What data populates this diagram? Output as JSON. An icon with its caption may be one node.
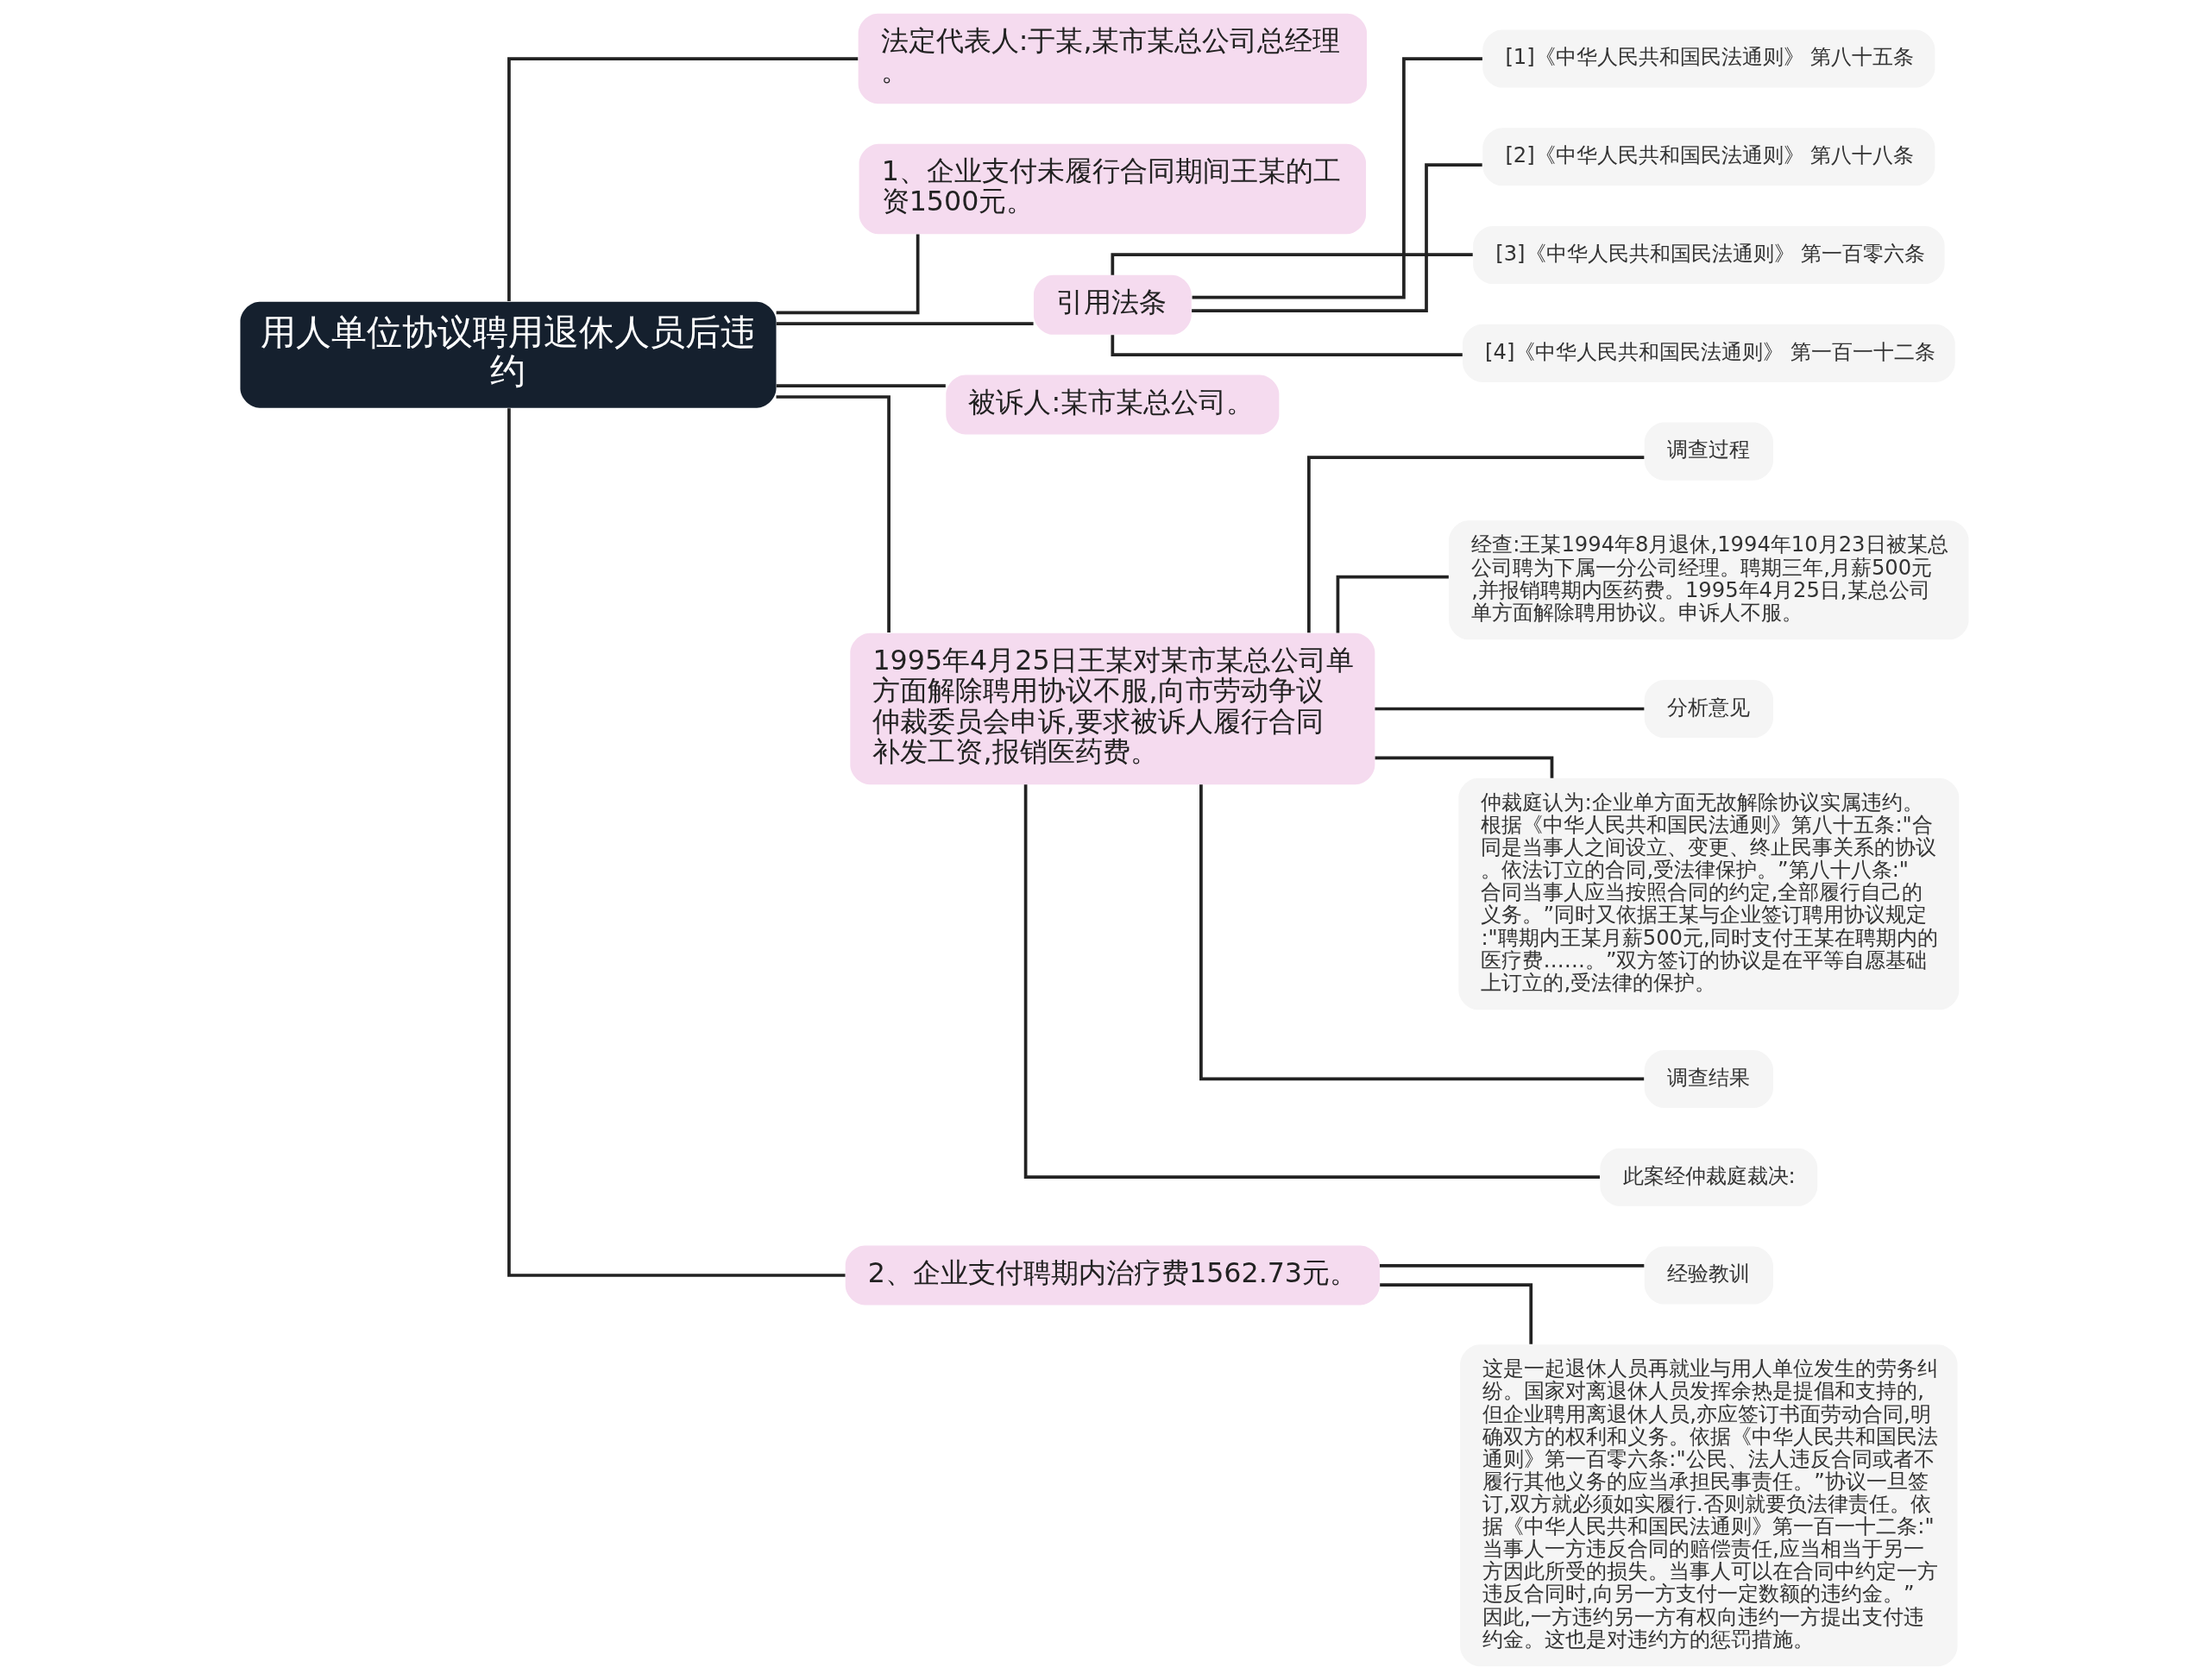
{
  "diagram": {
    "nodes": [
      {
        "text": [
          "用人单位协议聘用退休人员后违约"
        ]
      },
      {
        "text": [
          "法定代表人:于某,某市某总公司总经理。"
        ]
      },
      {
        "text": [
          "1、企业支付未履行合同期间王某的工资1500元。"
        ]
      },
      {
        "text": [
          "引用法条"
        ]
      },
      {
        "text": [
          "[1]《中华人民共和国民法通则》 第八十五条"
        ]
      },
      {
        "text": [
          "[2]《中华人民共和国民法通则》 第八十八条"
        ]
      },
      {
        "text": [
          "[3]《中华人民共和国民法通则》 第一百零六条"
        ]
      },
      {
        "text": [
          "[4]《中华人民共和国民法通则》 第一百一十二条"
        ]
      },
      {
        "text": [
          "被诉人:某市某总公司。"
        ]
      },
      {
        "text": [
          "1995年4月25日王某对某市某总公司单方面解除聘用协议不服,向市劳动争议仲裁委员会申诉,要求被诉人履行合同补发工资,报销医药费。"
        ]
      },
      {
        "text": [
          "调查过程"
        ]
      },
      {
        "text": [
          "经查:王某1994年8月退休,1994年10月23日被某总公司聘为下属一分公司经理。聘期三年,月薪500元,并报销聘期内医药费。1995年4月25日,某总公司单方面解除聘用协议。申诉人不服。"
        ]
      },
      {
        "text": [
          "分析意见"
        ]
      },
      {
        "text": [
          "仲裁庭认为:企业单方面无故解除协议实属违约。根据《中华人民共和国民法通则》第八十五条:\"合同是当事人之间设立、变更、终止民事关系的协议。依法订立的合同,受法律保护。”第八十八条:\"合同当事人应当按照合同的约定,全部履行自己的义务。”同时又依据王某与企业签订聘用协议规定:\"聘期内王某月薪500元,同时支付王某在聘期内的医疗费……。”双方签订的协议是在平等自愿基础上订立的,受法律的保护。"
        ]
      },
      {
        "text": [
          "调查结果"
        ]
      },
      {
        "text": [
          "此案经仲裁庭裁决:"
        ]
      },
      {
        "text": [
          "2、企业支付聘期内治疗费1562.73元。"
        ]
      },
      {
        "text": [
          "经验教训"
        ]
      },
      {
        "text": [
          "这是一起退休人员再就业与用人单位发生的劳务纠纷。国家对离退休人员发挥余热是提倡和支持的,但企业聘用离退休人员,亦应签订书面劳动合同,明确双方的权利和义务。依据《中华人民共和国民法通则》第一百零六条:\"公民、法人违反合同或者不履行其他义务的应当承担民事责任。”协议一旦签订,双方就必须如实履行.否则就要负法律责任。依据《中华人民共和国民法通则》第一百一十二条:\"当事人一方违反合同的赔偿责任,应当相当于另一方因此所受的损失。当事人可以在合同中约定一方违反合同时,向另一方支付一定数额的违约金。”因此,一方违约另一方有权向违约一方提出支付违约金。这也是对违约方的惩罚措施。"
        ]
      }
    ],
    "edges": [
      {
        "from": 0,
        "to": 1,
        "arrow": "none"
      },
      {
        "from": 0,
        "to": 2,
        "arrow": "none"
      },
      {
        "from": 0,
        "to": 3,
        "arrow": "none"
      },
      {
        "from": 3,
        "to": 4,
        "arrow": "none"
      },
      {
        "from": 3,
        "to": 5,
        "arrow": "none"
      },
      {
        "from": 3,
        "to": 6,
        "arrow": "none"
      },
      {
        "from": 3,
        "to": 7,
        "arrow": "none"
      },
      {
        "from": 0,
        "to": 8,
        "arrow": "none"
      },
      {
        "from": 0,
        "to": 9,
        "arrow": "none"
      },
      {
        "from": 9,
        "to": 10,
        "arrow": "none"
      },
      {
        "from": 9,
        "to": 11,
        "arrow": "none"
      },
      {
        "from": 9,
        "to": 12,
        "arrow": "none"
      },
      {
        "from": 9,
        "to": 13,
        "arrow": "none"
      },
      {
        "from": 9,
        "to": 14,
        "arrow": "none"
      },
      {
        "from": 9,
        "to": 15,
        "arrow": "none"
      },
      {
        "from": 0,
        "to": 16,
        "arrow": "none"
      },
      {
        "from": 16,
        "to": 17,
        "arrow": "none"
      },
      {
        "from": 16,
        "to": 18,
        "arrow": "none"
      }
    ]
  }
}
